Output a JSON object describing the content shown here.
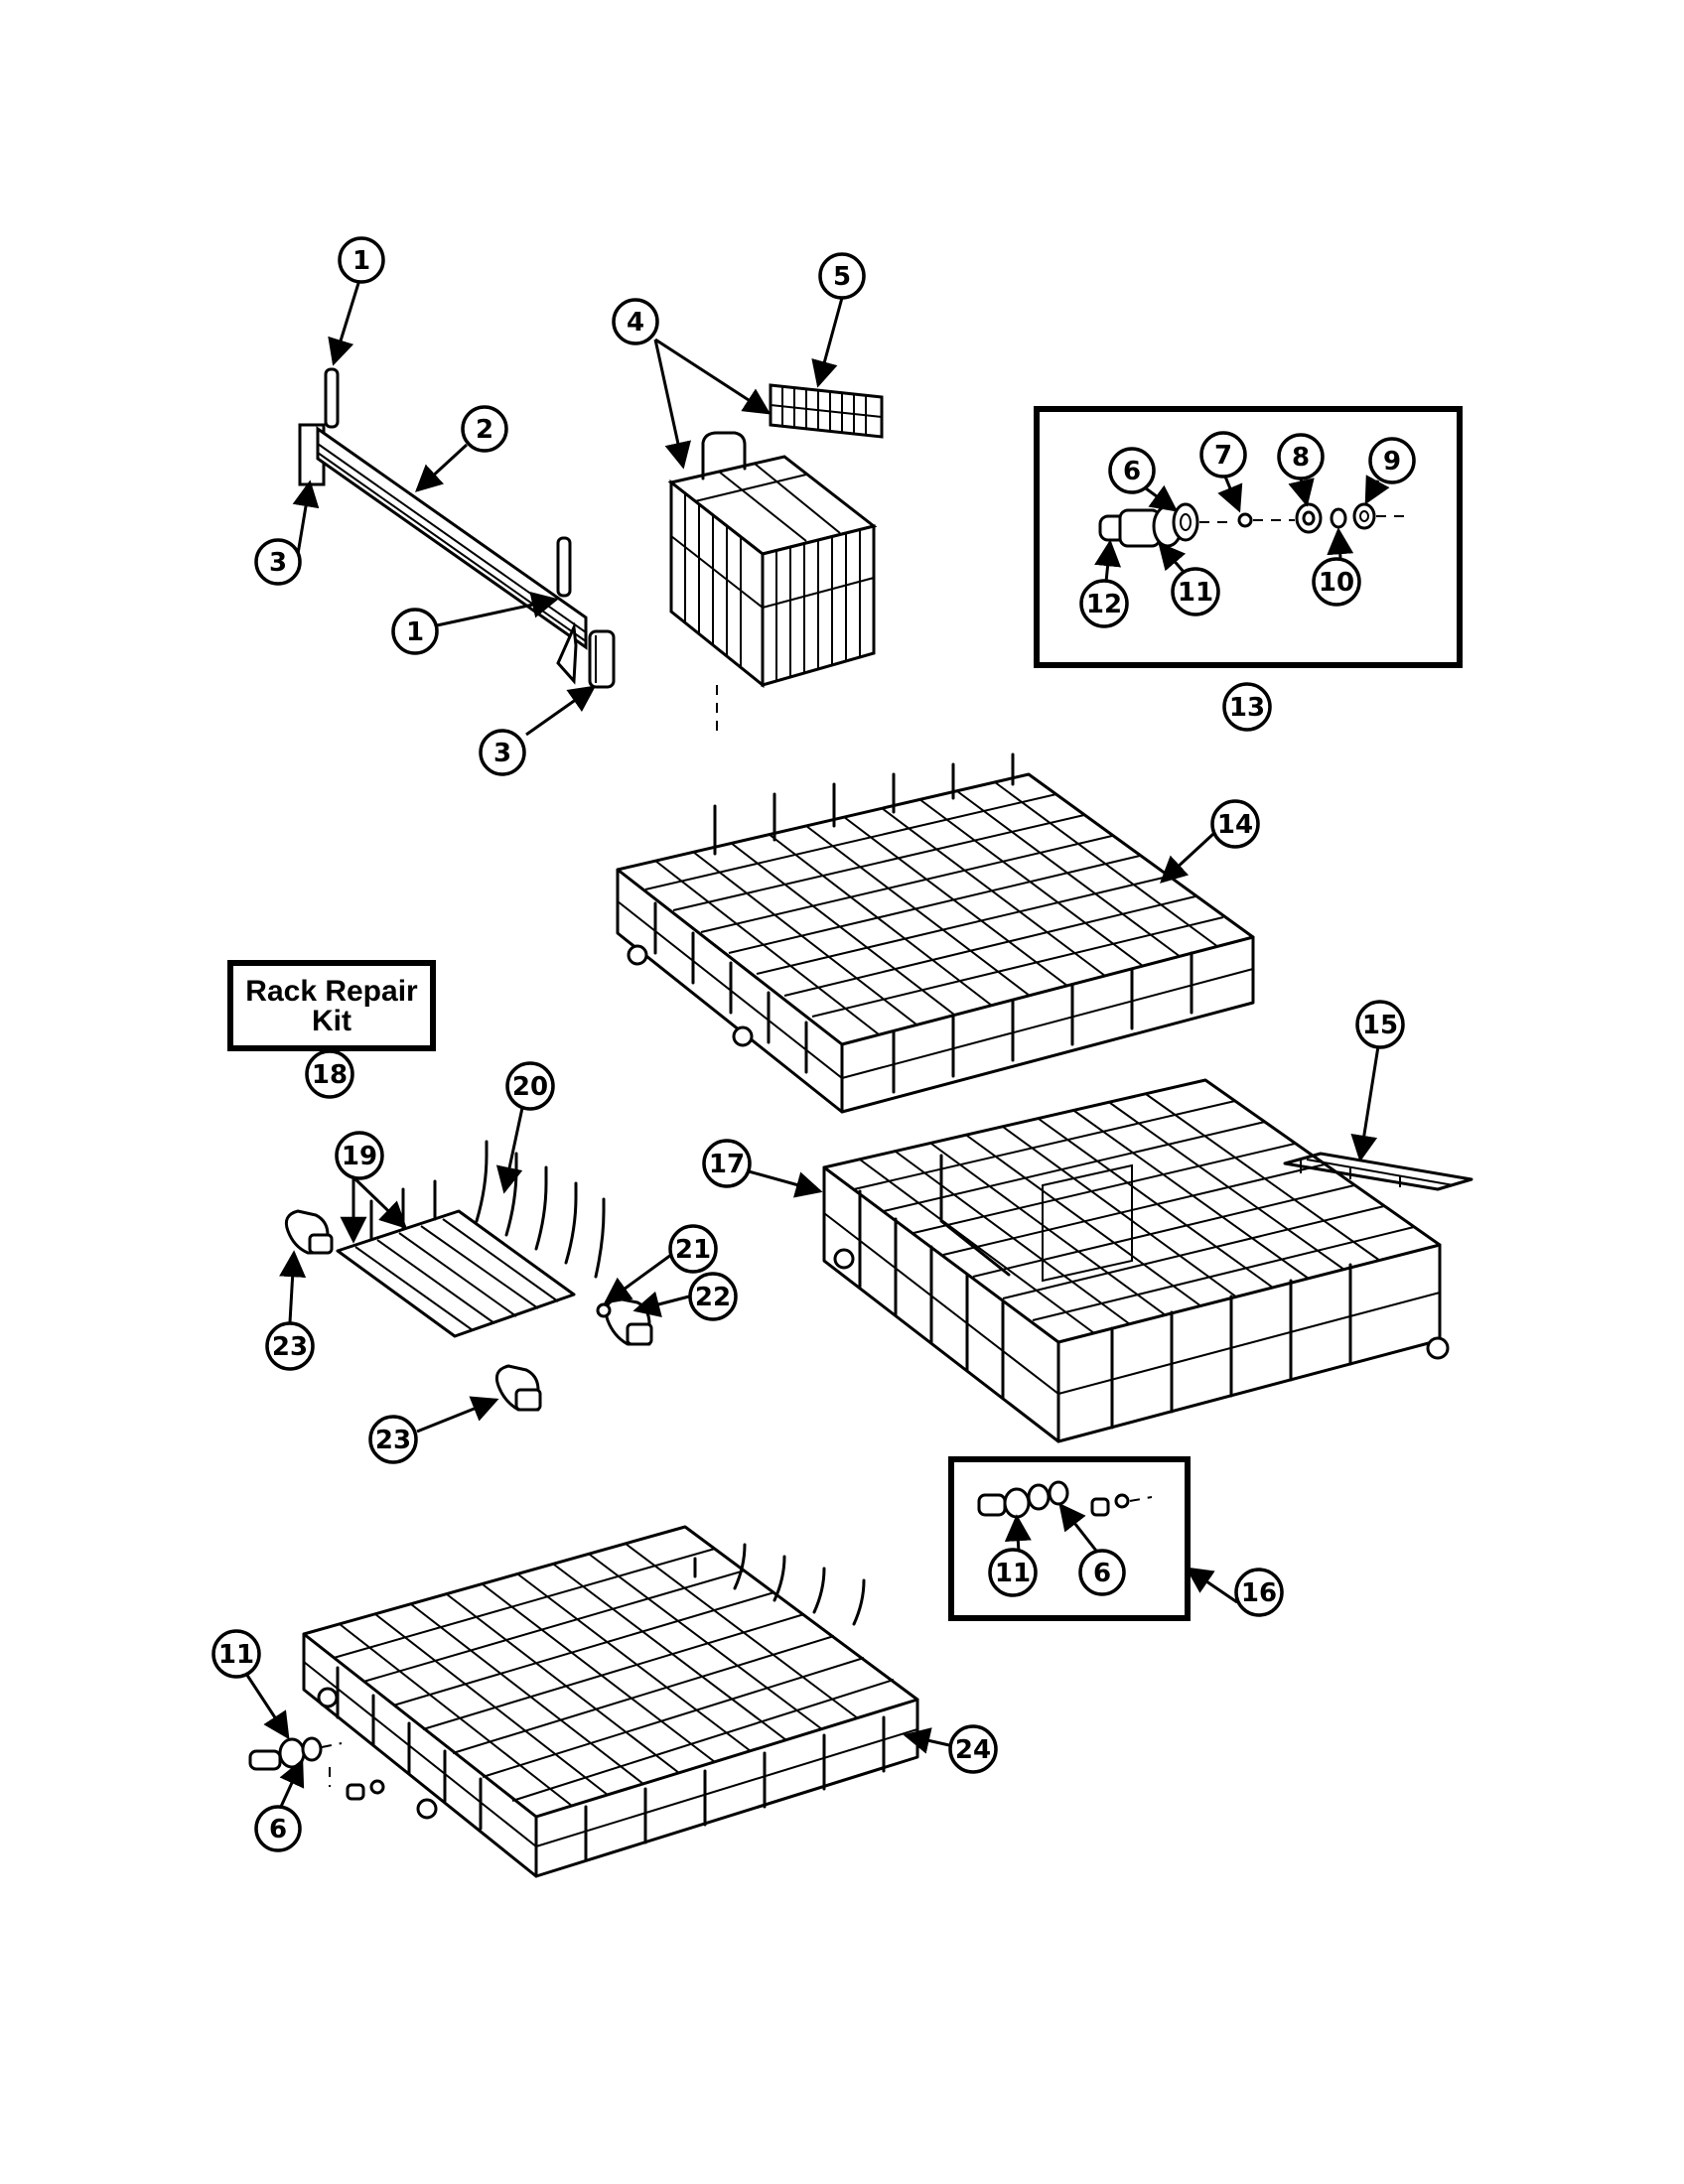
{
  "kit_box": {
    "line1": "Rack Repair",
    "line2": "Kit"
  },
  "callouts": [
    {
      "id": "c1a",
      "label": "1"
    },
    {
      "id": "c1b",
      "label": "1"
    },
    {
      "id": "c2",
      "label": "2"
    },
    {
      "id": "c3a",
      "label": "3"
    },
    {
      "id": "c3b",
      "label": "3"
    },
    {
      "id": "c4",
      "label": "4"
    },
    {
      "id": "c5",
      "label": "5"
    },
    {
      "id": "c6a",
      "label": "6"
    },
    {
      "id": "c6b",
      "label": "6"
    },
    {
      "id": "c6c",
      "label": "6"
    },
    {
      "id": "c7",
      "label": "7"
    },
    {
      "id": "c8",
      "label": "8"
    },
    {
      "id": "c9",
      "label": "9"
    },
    {
      "id": "c10",
      "label": "10"
    },
    {
      "id": "c11a",
      "label": "11"
    },
    {
      "id": "c11b",
      "label": "11"
    },
    {
      "id": "c11c",
      "label": "11"
    },
    {
      "id": "c12",
      "label": "12"
    },
    {
      "id": "c13",
      "label": "13"
    },
    {
      "id": "c14",
      "label": "14"
    },
    {
      "id": "c15",
      "label": "15"
    },
    {
      "id": "c16",
      "label": "16"
    },
    {
      "id": "c17",
      "label": "17"
    },
    {
      "id": "c18",
      "label": "18"
    },
    {
      "id": "c19",
      "label": "19"
    },
    {
      "id": "c20",
      "label": "20"
    },
    {
      "id": "c21",
      "label": "21"
    },
    {
      "id": "c22",
      "label": "22"
    },
    {
      "id": "c23a",
      "label": "23"
    },
    {
      "id": "c23b",
      "label": "23"
    },
    {
      "id": "c24",
      "label": "24"
    }
  ]
}
